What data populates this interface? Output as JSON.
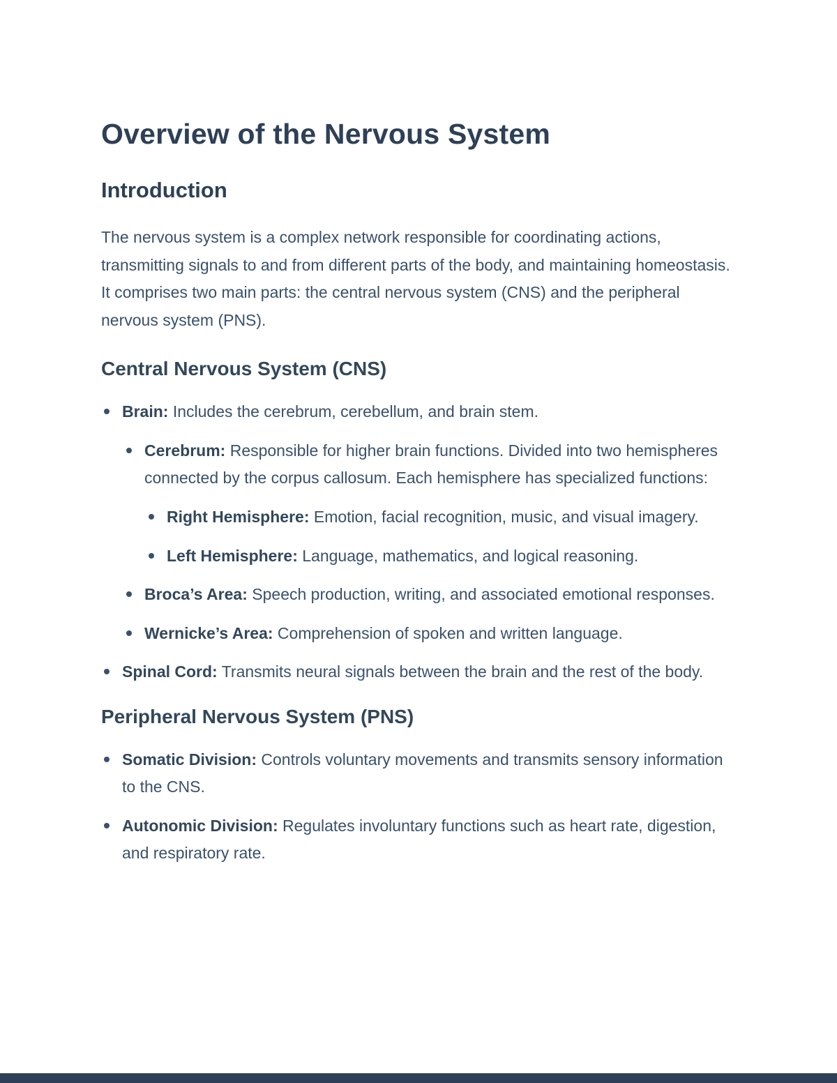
{
  "page": {
    "title": "Overview of the Nervous System",
    "colors": {
      "text": "#33475b",
      "heading": "#2e4057",
      "footer_bar": "#2e4057",
      "background": "#ffffff"
    },
    "sections": [
      {
        "heading": "Introduction",
        "level": 2,
        "paragraphs": [
          "The nervous system is a complex network responsible for coordinating actions, transmitting signals to and from different parts of the body, and maintaining homeostasis. It comprises two main parts: the central nervous system (CNS) and the peripheral nervous system (PNS)."
        ]
      },
      {
        "heading": "Central Nervous System (CNS)",
        "level": 3,
        "list": [
          {
            "label": "Brain:",
            "text": " Includes the cerebrum, cerebellum, and brain stem.",
            "children": [
              {
                "label": "Cerebrum:",
                "text": " Responsible for higher brain functions. Divided into two hemispheres connected by the corpus callosum. Each hemisphere has specialized functions:",
                "children": [
                  {
                    "label": "Right Hemisphere:",
                    "text": " Emotion, facial recognition, music, and visual imagery."
                  },
                  {
                    "label": "Left Hemisphere:",
                    "text": " Language, mathematics, and logical reasoning."
                  }
                ]
              },
              {
                "label": "Broca’s Area:",
                "text": " Speech production, writing, and associated emotional responses."
              },
              {
                "label": "Wernicke’s Area:",
                "text": " Comprehension of spoken and written language."
              }
            ]
          },
          {
            "label": "Spinal Cord:",
            "text": " Transmits neural signals between the brain and the rest of the body."
          }
        ]
      },
      {
        "heading": "Peripheral Nervous System (PNS)",
        "level": 3,
        "list": [
          {
            "label": "Somatic Division:",
            "text": " Controls voluntary movements and transmits sensory information to the CNS."
          },
          {
            "label": "Autonomic Division:",
            "text": " Regulates involuntary functions such as heart rate, digestion, and respiratory rate."
          }
        ]
      }
    ]
  }
}
